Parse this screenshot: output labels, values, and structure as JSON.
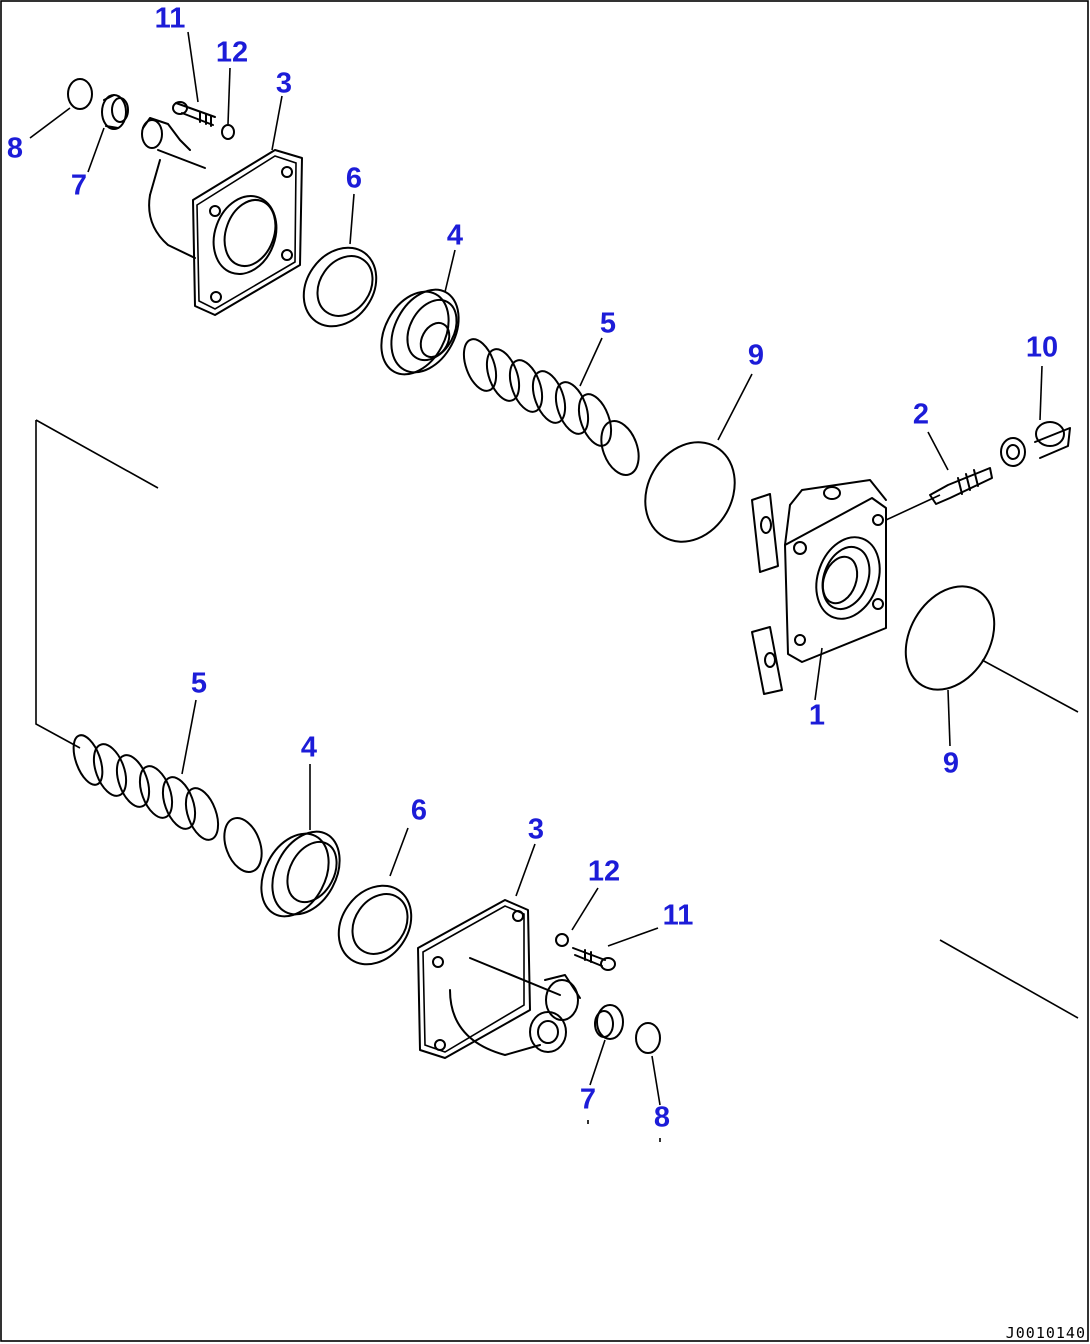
{
  "diagram": {
    "drawing_code": "J0010140",
    "label_color": "#1c1cd8",
    "line_color": "#000000",
    "callouts": [
      {
        "id": "c-11-top",
        "text": "11"
      },
      {
        "id": "c-12-top",
        "text": "12"
      },
      {
        "id": "c-3-top",
        "text": "3"
      },
      {
        "id": "c-8-top",
        "text": "8"
      },
      {
        "id": "c-7-top",
        "text": "7"
      },
      {
        "id": "c-6-top",
        "text": "6"
      },
      {
        "id": "c-4-top",
        "text": "4"
      },
      {
        "id": "c-5-top",
        "text": "5"
      },
      {
        "id": "c-9-mid",
        "text": "9"
      },
      {
        "id": "c-10",
        "text": "10"
      },
      {
        "id": "c-2",
        "text": "2"
      },
      {
        "id": "c-1",
        "text": "1"
      },
      {
        "id": "c-9-right",
        "text": "9"
      },
      {
        "id": "c-5-bottom",
        "text": "5"
      },
      {
        "id": "c-4-bottom",
        "text": "4"
      },
      {
        "id": "c-6-bottom",
        "text": "6"
      },
      {
        "id": "c-3-bottom",
        "text": "3"
      },
      {
        "id": "c-12-bottom",
        "text": "12"
      },
      {
        "id": "c-11-bottom",
        "text": "11"
      },
      {
        "id": "c-7-bottom",
        "text": "7"
      },
      {
        "id": "c-8-bottom",
        "text": "8"
      }
    ]
  }
}
